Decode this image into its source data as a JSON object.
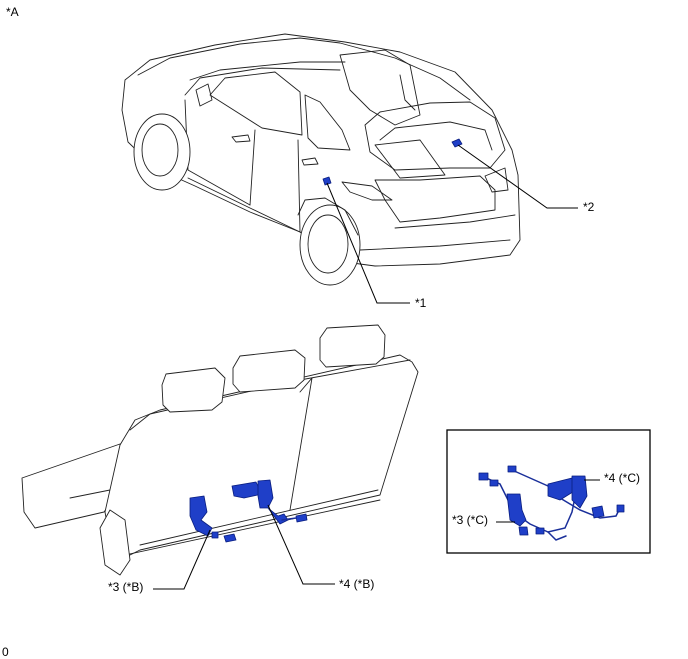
{
  "view_label": "*A",
  "callouts": {
    "part1": "*1",
    "part2": "*2",
    "part3_b": "*3 (*B)",
    "part4_b": "*4 (*B)",
    "part3_c": "*3 (*C)",
    "part4_c": "*4 (*C)"
  },
  "footer_code": "0",
  "colors": {
    "component_blue": "#1f3fc8",
    "outline": "#222222"
  }
}
